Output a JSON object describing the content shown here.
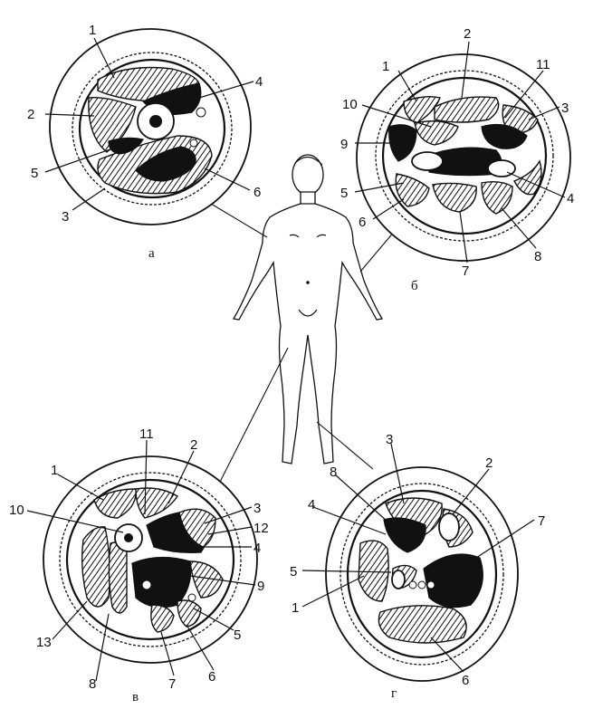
{
  "panels": {
    "a": {
      "caption": "а",
      "labels": [
        "1",
        "2",
        "3",
        "4",
        "5",
        "6"
      ]
    },
    "b": {
      "caption": "б",
      "labels": [
        "1",
        "2",
        "3",
        "4",
        "5",
        "6",
        "7",
        "8",
        "9",
        "10",
        "11"
      ]
    },
    "v": {
      "caption": "в",
      "labels": [
        "1",
        "2",
        "3",
        "4",
        "5",
        "6",
        "7",
        "8",
        "9",
        "10",
        "11",
        "12",
        "13"
      ]
    },
    "g": {
      "caption": "г",
      "labels": [
        "1",
        "2",
        "3",
        "4",
        "5",
        "6",
        "7",
        "8"
      ]
    }
  }
}
